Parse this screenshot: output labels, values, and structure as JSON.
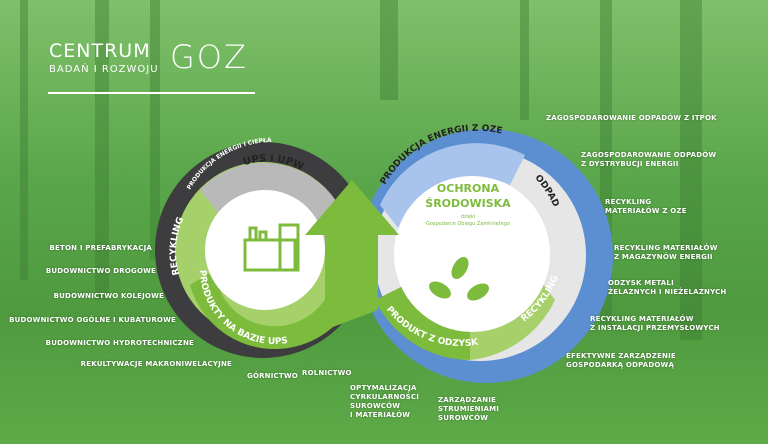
{
  "logo": {
    "title": "CENTRUM",
    "subtitle": "BADAŃ I ROZWOJU",
    "mark": "GOZ"
  },
  "colors": {
    "dark_ring": "#3d3d3f",
    "blue_ring": "#5b8fd2",
    "green": "#7dbb3c",
    "light_green": "#a6d06a",
    "gray_arrow": "#b9b9b9"
  },
  "left_cycle": {
    "outer_label": "PRODUKCJA ENERGII I CIEPŁA",
    "arrow_top": "UPS i UPW",
    "arrow_left": "RECYKLING",
    "arrow_bottom": "PRODUKTY NA BAZIE UPS",
    "applications": [
      "BETON I PREFABRYKACJA",
      "BUDOWNICTWO DROGOWE",
      "BUDOWNICTWO KOLEJOWE",
      "BUDOWNICTWO OGÓLNE I KUBATUROWE",
      "BUDOWNICTWO HYDROTECHNICZNE",
      "REKULTYWACJE MAKRONIWELACYJNE",
      "GÓRNICTWO",
      "ROLNICTWO"
    ]
  },
  "right_cycle": {
    "arrow_top": "PRODUKCJA ENERGII Z OZE",
    "arrow_right": "ODPAD",
    "arrow_bottom_right": "RECYKLING",
    "arrow_bottom": "PRODUKT Z ODZYSKU",
    "center_title_1": "OCHRONA",
    "center_title_2": "ŚRODOWISKA",
    "center_sub_1": "dzięki",
    "center_sub_2": "Gospodarce Obiegu Zamkniętego",
    "items": [
      [
        "ZAGOSPODAROWANIE ODPADÓW Z ITPOK"
      ],
      [
        "ZAGOSPODAROWANIE ODPADÓW",
        "Z DYSTRYBUCJI ENERGII"
      ],
      [
        "RECYKLING",
        "MATERIAŁÓW Z OZE"
      ],
      [
        "RECYKLING MATERIAŁÓW",
        "Z MAGAZYNÓW ENERGII"
      ],
      [
        "ODZYSK METALI",
        "ŻELAZNYCH I NIEŻELAZNYCH"
      ],
      [
        "RECYKLING MATERIAŁÓW",
        "Z INSTALACJI PRZEMYSŁOWYCH"
      ],
      [
        "EFEKTYWNE ZARZĄDZENIE",
        "GOSPODARKĄ ODPADOWĄ"
      ],
      [
        "OPTYMALIZACJA",
        "CYRKULARNOŚCI",
        "SUROWCÓW",
        "I MATERIAŁÓW"
      ],
      [
        "ZARZĄDZANIE",
        "STRUMIENIAMI",
        "SUROWCÓW"
      ]
    ]
  }
}
